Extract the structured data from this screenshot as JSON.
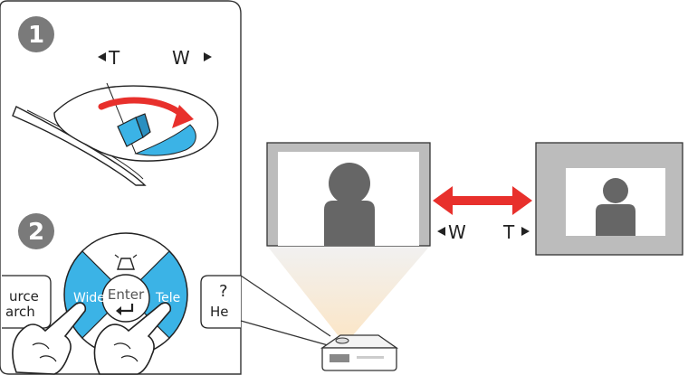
{
  "step1": {
    "number": "1",
    "label_tele": "T",
    "label_wide": "W"
  },
  "step2": {
    "number": "2",
    "keystone_symbol": "keystone-icon",
    "wide_label": "Wide",
    "enter_label": "Enter",
    "tele_label": "Tele",
    "source_search_partial_top": "urce",
    "source_search_partial_bottom": "arch",
    "help_partial_symbol": "?",
    "help_partial_text": "He",
    "key_color": "#3bb3e6"
  },
  "projection": {
    "wide_label": "W",
    "tele_label": "T",
    "arrow_color": "#e8302c",
    "screen_gray": "#bcbcbc",
    "silhouette_color": "#666666"
  }
}
